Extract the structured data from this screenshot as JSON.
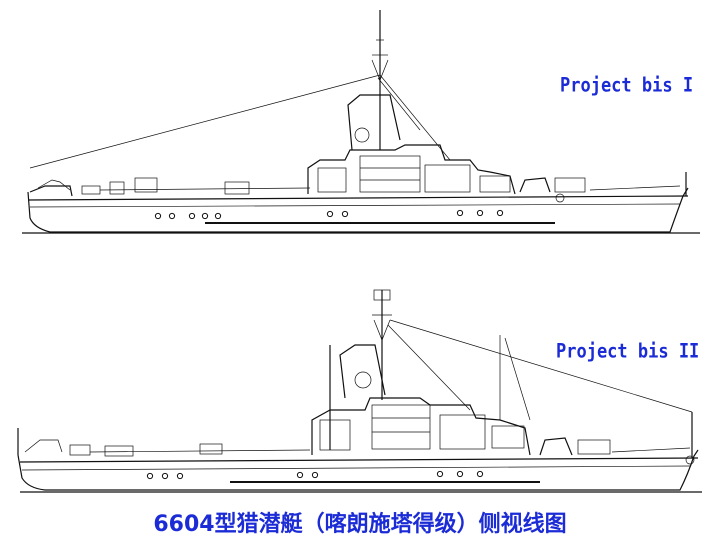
{
  "labels": {
    "ship1": "Project bis I",
    "ship2": "Project bis II"
  },
  "caption": "6604型猎潜艇（喀朗施塔得级）侧视线图",
  "colors": {
    "label_blue": "#1b2bd6",
    "line": "#111111"
  }
}
